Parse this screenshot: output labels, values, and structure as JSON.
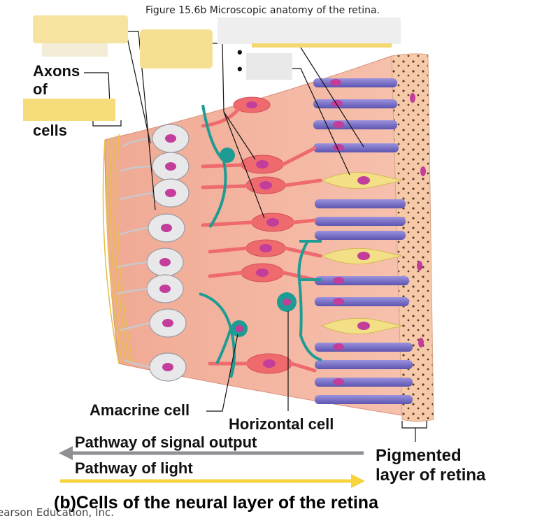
{
  "figure_title": "Figure 15.6b  Microscopic anatomy of the retina.",
  "labels": {
    "axons_line1": "Axons",
    "axons_line2": "of",
    "axons_line4": "cells",
    "amacrine": "Amacrine cell",
    "horizontal": "Horizontal cell",
    "pigmented_line1": "Pigmented",
    "pigmented_line2": "layer of retina"
  },
  "pathways": {
    "signal_output": "Pathway of signal output",
    "light": "Pathway of light",
    "signal_color": "#8f8f94",
    "light_color": "#f7d33c"
  },
  "caption": "(b)Cells of the neural layer of the retina",
  "copyright": "earson Education, Inc.",
  "bullets": [
    "•",
    "•"
  ],
  "colors": {
    "tissue": "#f4b8a4",
    "ganglion": "#e6e6e8",
    "bipolar": "#ef6a6f",
    "rod": "#7d74c9",
    "cone": "#f3df86",
    "amacrine_horizontal": "#1e9c94",
    "pigment": "#f6c7a4",
    "nucleus": "#c33d9b",
    "redaction": "#f6e6a8"
  }
}
